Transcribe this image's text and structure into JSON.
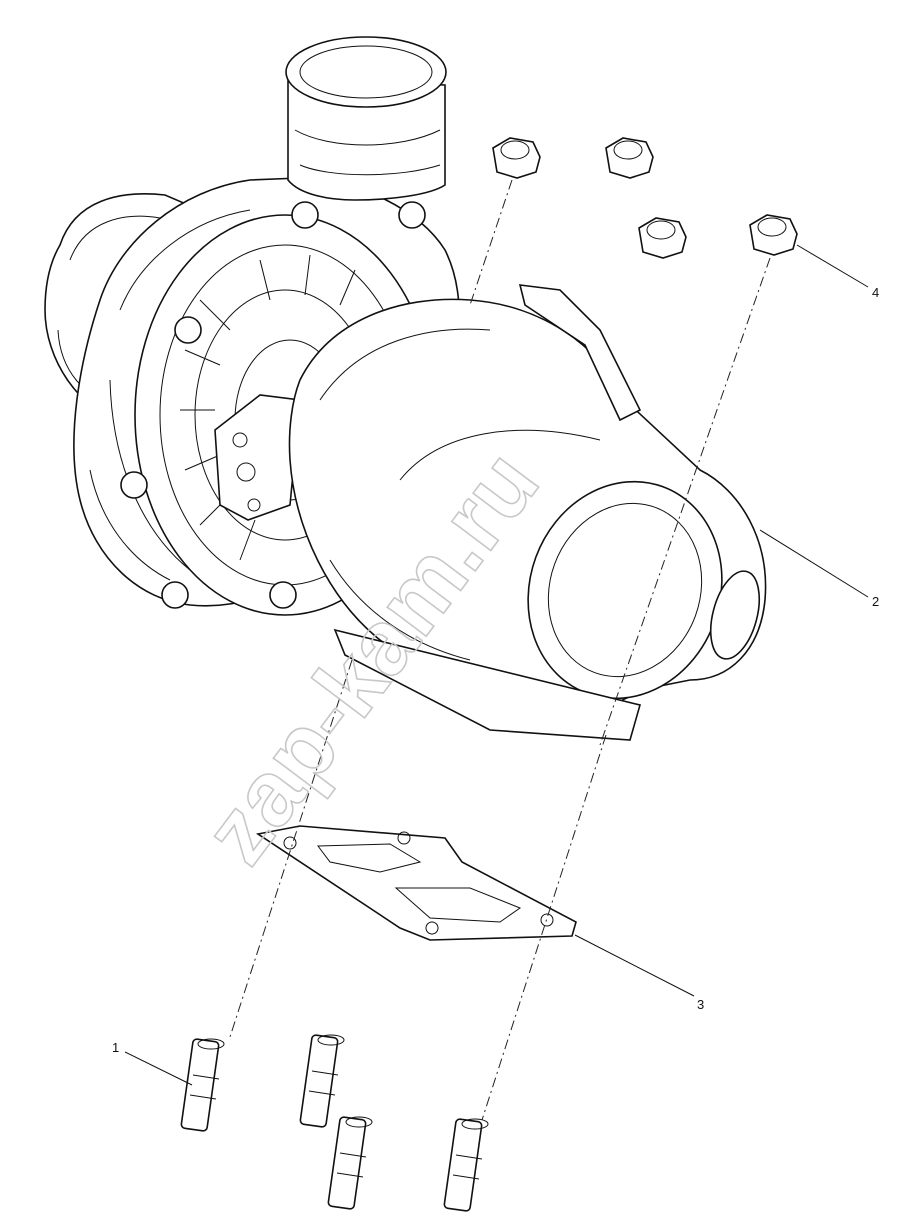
{
  "watermark": "zap-kam.ru",
  "callouts": [
    {
      "id": "1",
      "label": "1"
    },
    {
      "id": "2",
      "label": "2"
    },
    {
      "id": "3",
      "label": "3"
    },
    {
      "id": "4",
      "label": "4"
    }
  ],
  "parts": [
    "turbocharger",
    "gasket",
    "stud",
    "nut"
  ]
}
